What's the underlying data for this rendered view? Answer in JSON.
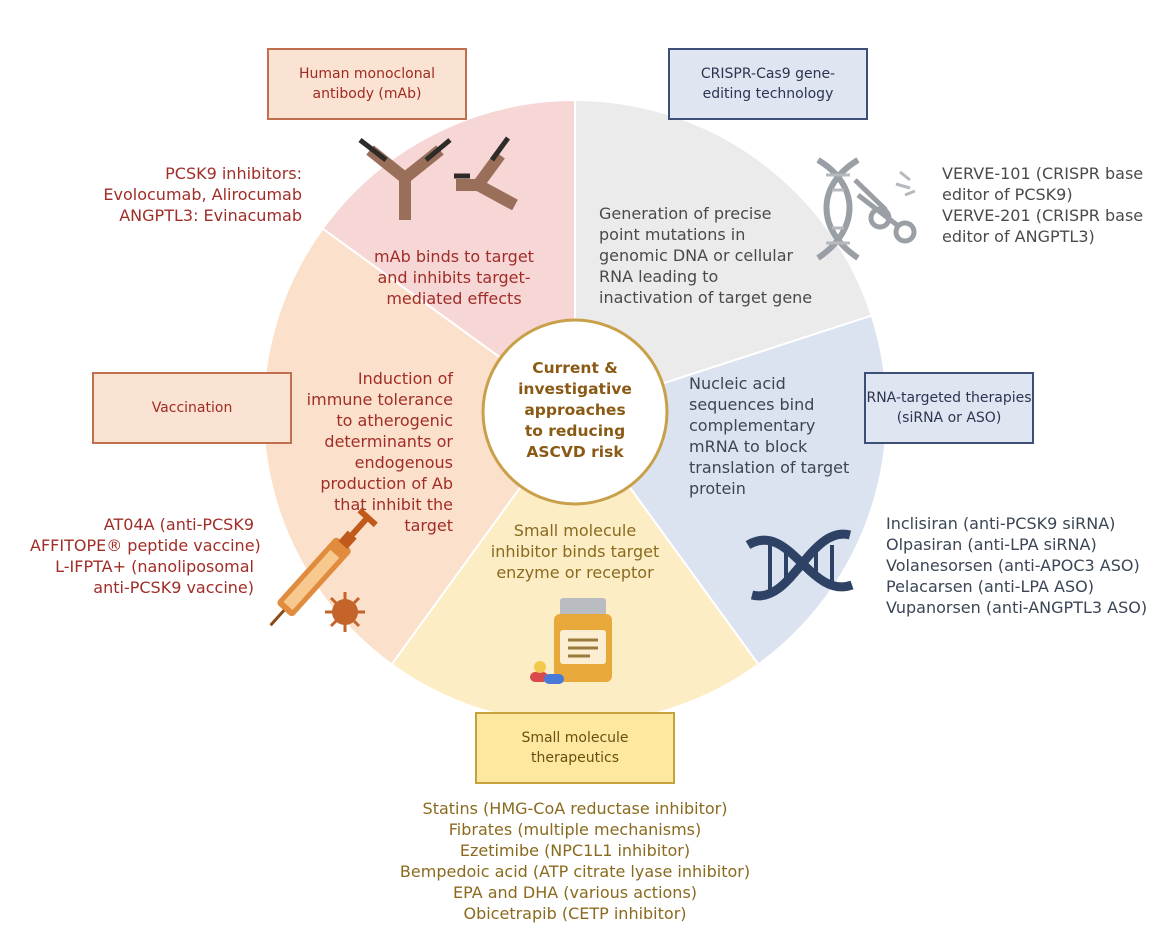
{
  "center": {
    "lines": [
      "Current &",
      "investigative",
      "approaches",
      "to reducing",
      "ASCVD risk"
    ]
  },
  "segments": {
    "mab": {
      "box_lines": [
        "Human monoclonal",
        "antibody (mAb)"
      ],
      "drugs": [
        "PCSK9 inhibitors:",
        "Evolocumab, Alirocumab",
        "ANGPTL3: Evinacumab"
      ],
      "mechanism": [
        "mAb binds to target",
        "and inhibits target-",
        "mediated effects"
      ],
      "icon": "antibody-icon",
      "color": "#f6d7d6"
    },
    "crispr": {
      "box_lines": [
        "CRISPR-Cas9 gene-",
        "editing technology"
      ],
      "drugs": [
        "VERVE-101 (CRISPR base",
        "editor of PCSK9)",
        "VERVE-201 (CRISPR base",
        "editor of ANGPTL3)"
      ],
      "mechanism": [
        "Generation of precise",
        "point mutations in",
        "genomic DNA or cellular",
        "RNA leading to",
        "inactivation of target gene"
      ],
      "icon": "dna-scissors-icon",
      "color": "#ebebeb"
    },
    "rna": {
      "box_lines": [
        "RNA-targeted therapies",
        "(siRNA or ASO)"
      ],
      "drugs": [
        "Inclisiran (anti-PCSK9 siRNA)",
        "Olpasiran (anti-LPA siRNA)",
        "Volanesorsen  (anti-APOC3 ASO)",
        "Pelacarsen  (anti-LPA ASO)",
        "Vupanorsen (anti-ANGPTL3 ASO)"
      ],
      "mechanism": [
        "Nucleic acid",
        "sequences bind",
        "complementary",
        "mRNA to block",
        "translation of target",
        "protein"
      ],
      "icon": "dna-helix-icon",
      "color": "#dbe3f1"
    },
    "small": {
      "box_lines": [
        "Small molecule",
        "therapeutics"
      ],
      "drugs": [
        "Statins (HMG-CoA reductase inhibitor)",
        "Fibrates (multiple mechanisms)",
        "Ezetimibe (NPC1L1 inhibitor)",
        "Bempedoic acid (ATP citrate lyase inhibitor)",
        "EPA and DHA (various actions)",
        "Obicetrapib (CETP inhibitor)"
      ],
      "mechanism": [
        "Small molecule",
        "inhibitor binds target",
        "enzyme or receptor"
      ],
      "icon": "pill-bottle-icon",
      "color": "#fcedc4"
    },
    "vaccine": {
      "box_lines": [
        "Vaccination"
      ],
      "drugs": [
        "AT04A (anti-PCSK9",
        "AFFITOPE® peptide vaccine)",
        "L-IFPTA+ (nanoliposomal",
        "anti-PCSK9 vaccine)"
      ],
      "mechanism": [
        "Induction of",
        "immune tolerance",
        "to atherogenic",
        "determinants or",
        "endogenous",
        "production of Ab",
        "that inhibit the",
        "target"
      ],
      "icon": "syringe-virus-icon",
      "color": "#fbe1cb"
    }
  }
}
